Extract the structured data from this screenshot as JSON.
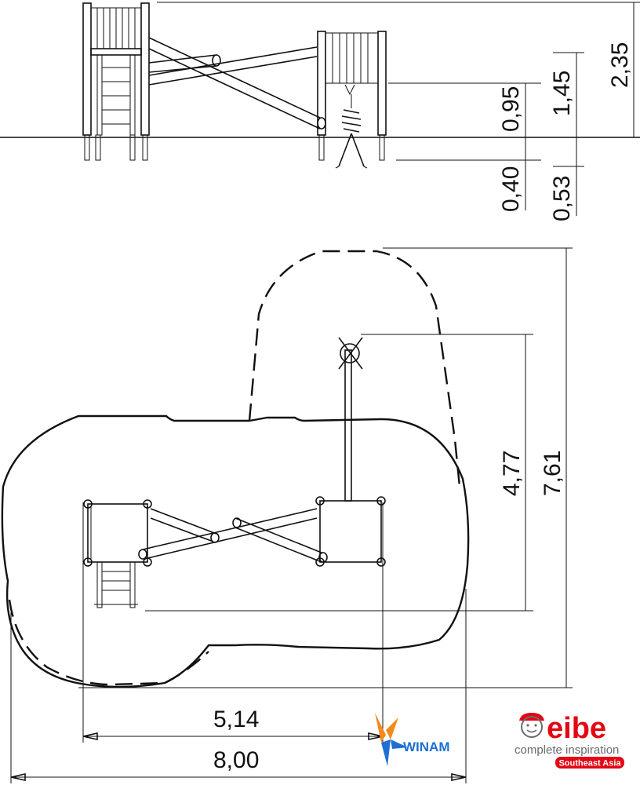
{
  "dimensions": {
    "total_height": "2,35",
    "platform_height_upper": "1,45",
    "seat_height": "0,95",
    "footing_depth": "0,40",
    "footing_depth_alt": "0,53",
    "plan_offset": "4,77",
    "plan_depth": "7,61",
    "plan_length_inner": "5,14",
    "plan_length_total": "8,00"
  },
  "logos": {
    "winam": "WINAM",
    "eibe_brand": "eibe",
    "eibe_tagline": "complete inspiration",
    "eibe_region": "Southeast Asia"
  },
  "colors": {
    "line": "#111111",
    "eibe_red": "#e30613",
    "eibe_grey": "#6b6b6b",
    "winam_blue": "#1f6fd1",
    "winam_orange": "#f28a1d"
  }
}
